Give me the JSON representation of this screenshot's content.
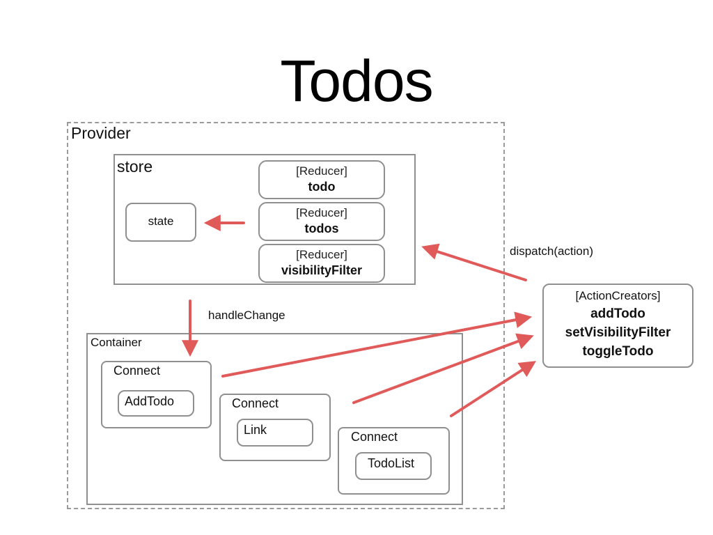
{
  "title": "Todos",
  "provider": {
    "label": "Provider"
  },
  "store": {
    "label": "store",
    "state_label": "state",
    "reducers": [
      {
        "tag": "[Reducer]",
        "name": "todo"
      },
      {
        "tag": "[Reducer]",
        "name": "todos"
      },
      {
        "tag": "[Reducer]",
        "name": "visibilityFilter"
      }
    ]
  },
  "container": {
    "label": "Container",
    "connects": [
      {
        "label": "Connect",
        "component": "AddTodo"
      },
      {
        "label": "Connect",
        "component": "Link"
      },
      {
        "label": "Connect",
        "component": "TodoList"
      }
    ]
  },
  "action_creators": {
    "tag": "[ActionCreators]",
    "functions": [
      "addTodo",
      "setVisibilityFilter",
      "toggleTodo"
    ]
  },
  "edges": {
    "handle_change": "handleChange",
    "dispatch": "dispatch(action)"
  },
  "colors": {
    "arrow": "#e05a5a",
    "border": "#8f8f8f",
    "dashed": "#9a9a9a"
  }
}
